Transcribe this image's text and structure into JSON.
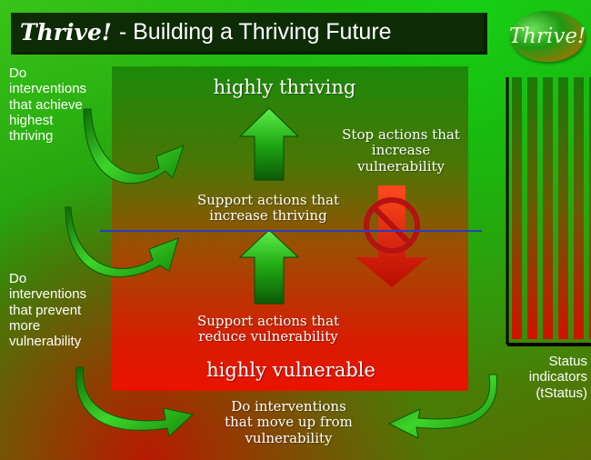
{
  "title": {
    "brand": "Thrive!",
    "rest": "- Building a Thriving Future"
  },
  "logo": {
    "text": "Thrive!"
  },
  "diagram": {
    "top_label": "highly thriving",
    "bottom_label": "highly vulnerable",
    "center_label": "Support actions that increase thriving",
    "lower_center_label": "Support actions that reduce vulnerability",
    "stop_label": "Stop actions that increase vulnerability"
  },
  "interventions": {
    "top_left": "Do interventions that achieve highest thriving",
    "mid_left": "Do interventions that prevent more vulnerability",
    "bottom": "Do interventions that move up from vulnerability"
  },
  "status": {
    "label": "Status indicators (tStatus)",
    "bar_count": 6
  },
  "colors": {
    "title_bg": "#0d2c06",
    "divider": "#2a3fc0",
    "up_arrow": "#1e9a12",
    "down_arrow": "#e81400",
    "prohibit": "#c01010"
  }
}
